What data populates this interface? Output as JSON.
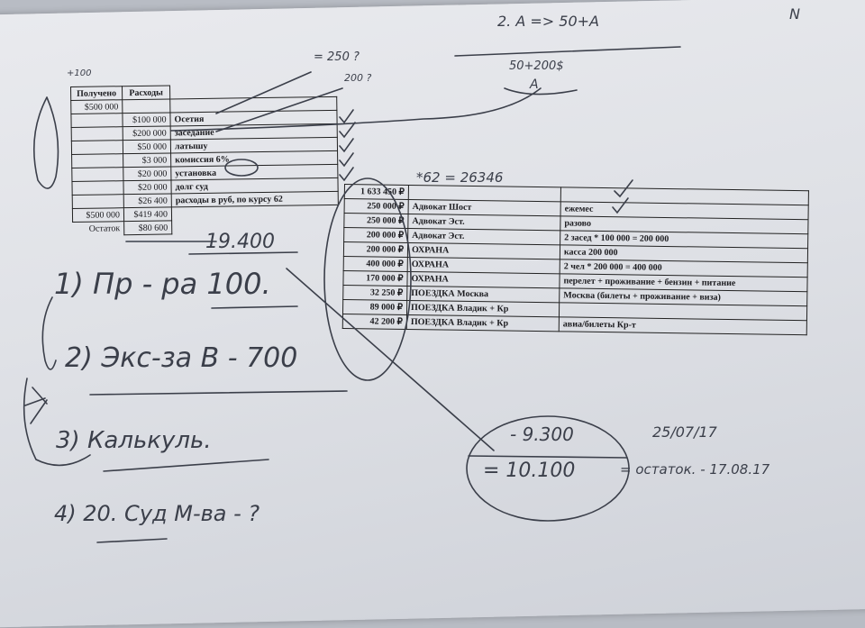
{
  "left_table": {
    "headers": [
      "Получено",
      "Расходы"
    ],
    "received": "$500 000",
    "rows": [
      {
        "amount": "$100 000",
        "desc": "Осетия"
      },
      {
        "amount": "$200 000",
        "desc": "заседание"
      },
      {
        "amount": "$50 000",
        "desc": "латышу"
      },
      {
        "amount": "$3 000",
        "desc": "комиссия 6%"
      },
      {
        "amount": "$20 000",
        "desc": "установка"
      },
      {
        "amount": "$20 000",
        "desc": "долг суд"
      },
      {
        "amount": "$26 400",
        "desc": "расходы в руб, по курсу 62"
      }
    ],
    "totals": {
      "received": "$500 000",
      "spent": "$419 400"
    },
    "balance_label": "Остаток",
    "balance_value": "$80 600"
  },
  "right_table": {
    "total": "1 633 450 ₽",
    "rows": [
      {
        "amount": "250 000 ₽",
        "name": "Адвокат Шост",
        "note": "ежемес"
      },
      {
        "amount": "250 000 ₽",
        "name": "Адвокат Эст.",
        "note": "разово"
      },
      {
        "amount": "200 000 ₽",
        "name": "Адвокат Эст.",
        "note": "2 засед * 100 000 = 200 000"
      },
      {
        "amount": "200 000 ₽",
        "name": "ОХРАНА",
        "note": "касса 200 000"
      },
      {
        "amount": "400 000 ₽",
        "name": "ОХРАНА",
        "note": "2 чел * 200 000 = 400 000"
      },
      {
        "amount": "170 000 ₽",
        "name": "ОХРАНА",
        "note": "перелет + проживание + бензин + питание"
      },
      {
        "amount": "32 250 ₽",
        "name": "ПОЕЗДКА Москва",
        "note": "Москва (билеты + проживание + виза)"
      },
      {
        "amount": "89 000 ₽",
        "name": "ПОЕЗДКА Владик + Кр",
        "note": ""
      },
      {
        "amount": "42 200 ₽",
        "name": "ПОЕЗДКА Владик + Кр",
        "note": "авиа/билеты Кр-т"
      }
    ]
  },
  "handwriting": {
    "top_right_1": "2. A => 50+A",
    "top_right_2": "50+200$",
    "top_right_3": "A",
    "plus_100": "+100",
    "note_250": "= 250 ?",
    "note_200": "200 ?",
    "note_26346": "*62 = 26346",
    "sum_19400": "19.400",
    "item_1": "1) Пр - ра 100.",
    "item_2": "2) Экс-за В - 700",
    "item_3": "3) Калькуль.",
    "item_4": "4) 20. Суд М-ва - ?",
    "circle_1": "- 9.300",
    "circle_2": "= 10.100",
    "date_1": "25/07/17",
    "balance_note": "= остаток. - 17.08.17",
    "corner": "N"
  }
}
